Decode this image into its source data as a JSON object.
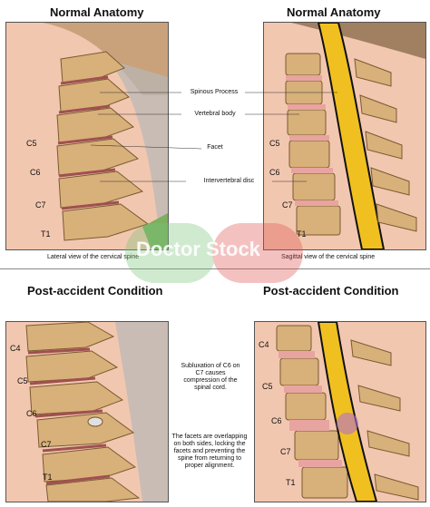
{
  "top": {
    "left_title": "Normal Anatomy",
    "right_title": "Normal Anatomy",
    "left_caption": "Lateral view of the cervical spine",
    "right_caption": "Sagittal view of the cervical spine",
    "left_vertebra_labels": [
      "C5",
      "C6",
      "C7",
      "T1"
    ],
    "right_vertebra_labels": [
      "C5",
      "C6",
      "C7",
      "T1"
    ],
    "callouts": [
      "Spinous Process",
      "Vertebral body",
      "Facet",
      "Intervertebral disc"
    ]
  },
  "bottom": {
    "left_title": "Post-accident Condition",
    "right_title": "Post-accident Condition",
    "left_vertebra_labels": [
      "C4",
      "C5",
      "C6",
      "C7",
      "T1"
    ],
    "right_vertebra_labels": [
      "C4",
      "C5",
      "C6",
      "C7",
      "T1"
    ],
    "subluxation_note": "Subluxation of C6 on C7 causes compression of the spinal cord.",
    "facet_note": "The facets are overlapping on both sides, locking the facets and preventing the spine from returning to proper alignment."
  },
  "watermark": "Doctor Stock",
  "colors": {
    "background_skin": "#f2c7b0",
    "bone": "#d8b07a",
    "disc": "#e8a4a0",
    "cord": "#f0c020",
    "watermark_green": "#7cc47a",
    "watermark_red": "#e05050"
  }
}
